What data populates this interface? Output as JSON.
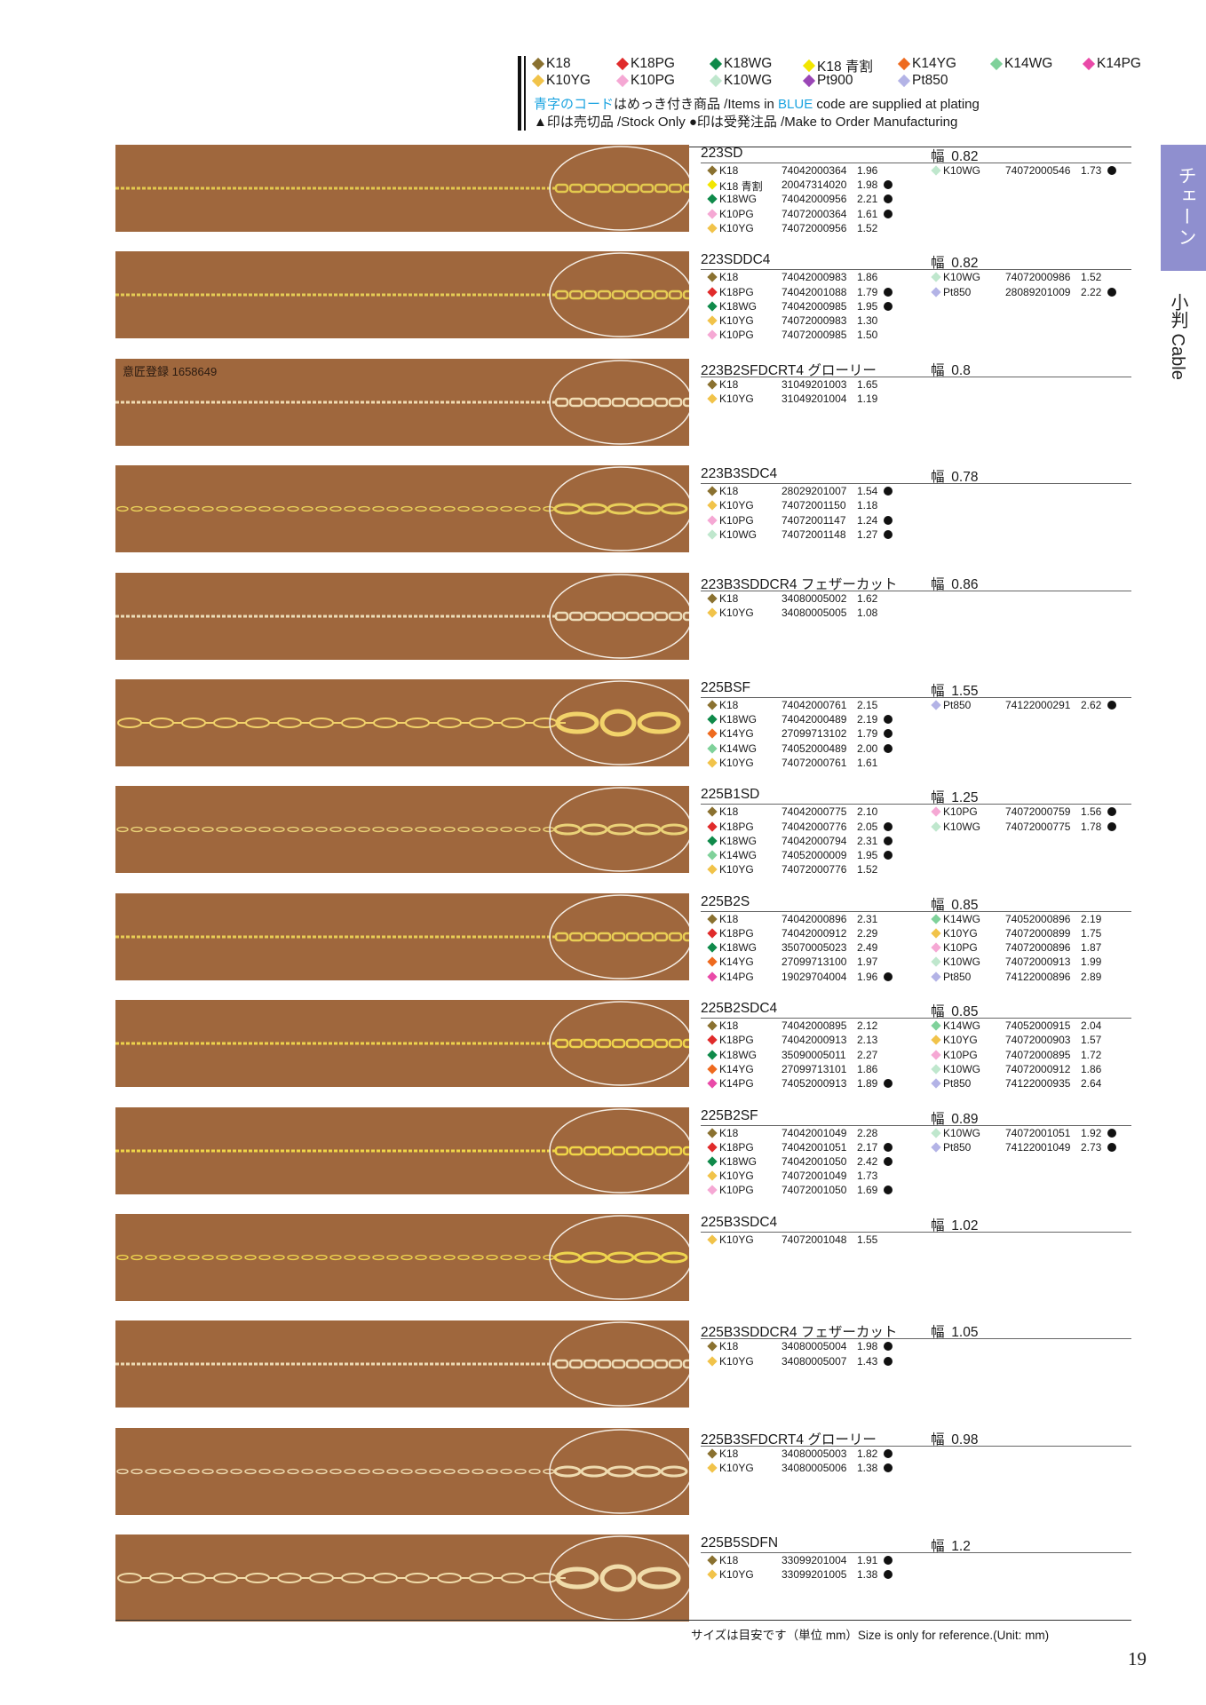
{
  "legend": {
    "row1": [
      {
        "name": "K18",
        "color": "#8a7130"
      },
      {
        "name": "K18PG",
        "color": "#e02b2b"
      },
      {
        "name": "K18WG",
        "color": "#0f8a4a"
      },
      {
        "name": "K18 青割",
        "color": "#f2e600"
      },
      {
        "name": "K14YG",
        "color": "#ee6a1f"
      },
      {
        "name": "K14WG",
        "color": "#7fd19a"
      },
      {
        "name": "K14PG",
        "color": "#e94aa8"
      }
    ],
    "row2": [
      {
        "name": "K10YG",
        "color": "#f1c34a"
      },
      {
        "name": "K10PG",
        "color": "#f5a8d4"
      },
      {
        "name": "K10WG",
        "color": "#bfe7cd"
      },
      {
        "name": "Pt900",
        "color": "#9a46b6"
      },
      {
        "name": "Pt850",
        "color": "#b3b3e6"
      }
    ],
    "note1_blue": "青字のコード",
    "note1_rest": "はめっき付き商品 /Items in ",
    "note1_blue2": "BLUE",
    "note1_end": " code are supplied at plating",
    "note2": "▲印は売切品 /Stock Only ●印は受発注品 /Make to Order Manufacturing"
  },
  "width_label": "幅",
  "registration": "意匠登録 1658649",
  "products": [
    {
      "name": "223SD",
      "width": "0.82",
      "style": "fine",
      "color": "#e3c94e",
      "left": [
        {
          "m": "K18",
          "c": "#8a7130",
          "code": "74042000364",
          "w": "1.96",
          "dot": false
        },
        {
          "m": "K18 青割",
          "c": "#f2e600",
          "code": "20047314020",
          "w": "1.98",
          "dot": true
        },
        {
          "m": "K18WG",
          "c": "#0f8a4a",
          "code": "74042000956",
          "w": "2.21",
          "dot": true
        },
        {
          "m": "K10PG",
          "c": "#f5a8d4",
          "code": "74072000364",
          "w": "1.61",
          "dot": true
        },
        {
          "m": "K10YG",
          "c": "#f1c34a",
          "code": "74072000956",
          "w": "1.52",
          "dot": false
        }
      ],
      "right": [
        {
          "m": "K10WG",
          "c": "#bfe7cd",
          "code": "74072000546",
          "w": "1.73",
          "dot": true
        }
      ]
    },
    {
      "name": "223SDDC4",
      "width": "0.82",
      "style": "fine",
      "color": "#e5cc55",
      "left": [
        {
          "m": "K18",
          "c": "#8a7130",
          "code": "74042000983",
          "w": "1.86",
          "dot": false
        },
        {
          "m": "K18PG",
          "c": "#e02b2b",
          "code": "74042001088",
          "w": "1.79",
          "dot": true
        },
        {
          "m": "K18WG",
          "c": "#0f8a4a",
          "code": "74042000985",
          "w": "1.95",
          "dot": true
        },
        {
          "m": "K10YG",
          "c": "#f1c34a",
          "code": "74072000983",
          "w": "1.30",
          "dot": false
        },
        {
          "m": "K10PG",
          "c": "#f5a8d4",
          "code": "74072000985",
          "w": "1.50",
          "dot": false
        }
      ],
      "right": [
        {
          "m": "K10WG",
          "c": "#bfe7cd",
          "code": "74072000986",
          "w": "1.52",
          "dot": false
        },
        {
          "m": "Pt850",
          "c": "#b3b3e6",
          "code": "28089201009",
          "w": "2.22",
          "dot": true
        }
      ]
    },
    {
      "name": "223B2SFDCRT4 グローリー",
      "width": "0.8",
      "style": "fine",
      "color": "#f0dcb4",
      "reg": true,
      "left": [
        {
          "m": "K18",
          "c": "#8a7130",
          "code": "31049201003",
          "w": "1.65",
          "dot": false
        },
        {
          "m": "K10YG",
          "c": "#f1c34a",
          "code": "31049201004",
          "w": "1.19",
          "dot": false
        }
      ],
      "right": []
    },
    {
      "name": "223B3SDC4",
      "width": "0.78",
      "style": "oval",
      "color": "#e8cf5a",
      "left": [
        {
          "m": "K18",
          "c": "#8a7130",
          "code": "28029201007",
          "w": "1.54",
          "dot": true
        },
        {
          "m": "K10YG",
          "c": "#f1c34a",
          "code": "74072001150",
          "w": "1.18",
          "dot": false
        },
        {
          "m": "K10PG",
          "c": "#f5a8d4",
          "code": "74072001147",
          "w": "1.24",
          "dot": true
        },
        {
          "m": "K10WG",
          "c": "#bfe7cd",
          "code": "74072001148",
          "w": "1.27",
          "dot": true
        }
      ],
      "right": []
    },
    {
      "name": "223B3SDDCR4 フェザーカット",
      "width": "0.86",
      "style": "fine",
      "color": "#ecdcb8",
      "left": [
        {
          "m": "K18",
          "c": "#8a7130",
          "code": "34080005002",
          "w": "1.62",
          "dot": false
        },
        {
          "m": "K10YG",
          "c": "#f1c34a",
          "code": "34080005005",
          "w": "1.08",
          "dot": false
        }
      ],
      "right": []
    },
    {
      "name": "225BSF",
      "width": "1.55",
      "style": "big",
      "color": "#f2d36a",
      "left": [
        {
          "m": "K18",
          "c": "#8a7130",
          "code": "74042000761",
          "w": "2.15",
          "dot": false
        },
        {
          "m": "K18WG",
          "c": "#0f8a4a",
          "code": "74042000489",
          "w": "2.19",
          "dot": true
        },
        {
          "m": "K14YG",
          "c": "#ee6a1f",
          "code": "27099713102",
          "w": "1.79",
          "dot": true
        },
        {
          "m": "K14WG",
          "c": "#7fd19a",
          "code": "74052000489",
          "w": "2.00",
          "dot": true
        },
        {
          "m": "K10YG",
          "c": "#f1c34a",
          "code": "74072000761",
          "w": "1.61",
          "dot": false
        }
      ],
      "right": [
        {
          "m": "Pt850",
          "c": "#b3b3e6",
          "code": "74122000291",
          "w": "2.62",
          "dot": true
        }
      ]
    },
    {
      "name": "225B1SD",
      "width": "1.25",
      "style": "oval",
      "color": "#ead278",
      "left": [
        {
          "m": "K18",
          "c": "#8a7130",
          "code": "74042000775",
          "w": "2.10",
          "dot": false
        },
        {
          "m": "K18PG",
          "c": "#e02b2b",
          "code": "74042000776",
          "w": "2.05",
          "dot": true
        },
        {
          "m": "K18WG",
          "c": "#0f8a4a",
          "code": "74042000794",
          "w": "2.31",
          "dot": true
        },
        {
          "m": "K14WG",
          "c": "#7fd19a",
          "code": "74052000009",
          "w": "1.95",
          "dot": true
        },
        {
          "m": "K10YG",
          "c": "#f1c34a",
          "code": "74072000776",
          "w": "1.52",
          "dot": false
        }
      ],
      "right": [
        {
          "m": "K10PG",
          "c": "#f5a8d4",
          "code": "74072000759",
          "w": "1.56",
          "dot": true
        },
        {
          "m": "K10WG",
          "c": "#bfe7cd",
          "code": "74072000775",
          "w": "1.78",
          "dot": true
        }
      ]
    },
    {
      "name": "225B2S",
      "width": "0.85",
      "style": "fine",
      "color": "#e8cd55",
      "left": [
        {
          "m": "K18",
          "c": "#8a7130",
          "code": "74042000896",
          "w": "2.31",
          "dot": false
        },
        {
          "m": "K18PG",
          "c": "#e02b2b",
          "code": "74042000912",
          "w": "2.29",
          "dot": false
        },
        {
          "m": "K18WG",
          "c": "#0f8a4a",
          "code": "35070005023",
          "w": "2.49",
          "dot": false
        },
        {
          "m": "K14YG",
          "c": "#ee6a1f",
          "code": "27099713100",
          "w": "1.97",
          "dot": false
        },
        {
          "m": "K14PG",
          "c": "#e94aa8",
          "code": "19029704004",
          "w": "1.96",
          "dot": true
        }
      ],
      "right": [
        {
          "m": "K14WG",
          "c": "#7fd19a",
          "code": "74052000896",
          "w": "2.19",
          "dot": false
        },
        {
          "m": "K10YG",
          "c": "#f1c34a",
          "code": "74072000899",
          "w": "1.75",
          "dot": false
        },
        {
          "m": "K10PG",
          "c": "#f5a8d4",
          "code": "74072000896",
          "w": "1.87",
          "dot": false
        },
        {
          "m": "K10WG",
          "c": "#bfe7cd",
          "code": "74072000913",
          "w": "1.99",
          "dot": false
        },
        {
          "m": "Pt850",
          "c": "#b3b3e6",
          "code": "74122000896",
          "w": "2.89",
          "dot": false
        }
      ]
    },
    {
      "name": "225B2SDC4",
      "width": "0.85",
      "style": "fine",
      "color": "#eed34c",
      "left": [
        {
          "m": "K18",
          "c": "#8a7130",
          "code": "74042000895",
          "w": "2.12",
          "dot": false
        },
        {
          "m": "K18PG",
          "c": "#e02b2b",
          "code": "74042000913",
          "w": "2.13",
          "dot": false
        },
        {
          "m": "K18WG",
          "c": "#0f8a4a",
          "code": "35090005011",
          "w": "2.27",
          "dot": false
        },
        {
          "m": "K14YG",
          "c": "#ee6a1f",
          "code": "27099713101",
          "w": "1.86",
          "dot": false
        },
        {
          "m": "K14PG",
          "c": "#e94aa8",
          "code": "74052000913",
          "w": "1.89",
          "dot": true
        }
      ],
      "right": [
        {
          "m": "K14WG",
          "c": "#7fd19a",
          "code": "74052000915",
          "w": "2.04",
          "dot": false
        },
        {
          "m": "K10YG",
          "c": "#f1c34a",
          "code": "74072000903",
          "w": "1.57",
          "dot": false
        },
        {
          "m": "K10PG",
          "c": "#f5a8d4",
          "code": "74072000895",
          "w": "1.72",
          "dot": false
        },
        {
          "m": "K10WG",
          "c": "#bfe7cd",
          "code": "74072000912",
          "w": "1.86",
          "dot": false
        },
        {
          "m": "Pt850",
          "c": "#b3b3e6",
          "code": "74122000935",
          "w": "2.64",
          "dot": false
        }
      ]
    },
    {
      "name": "225B2SF",
      "width": "0.89",
      "style": "fine",
      "color": "#f0d648",
      "left": [
        {
          "m": "K18",
          "c": "#8a7130",
          "code": "74042001049",
          "w": "2.28",
          "dot": false
        },
        {
          "m": "K18PG",
          "c": "#e02b2b",
          "code": "74042001051",
          "w": "2.17",
          "dot": true
        },
        {
          "m": "K18WG",
          "c": "#0f8a4a",
          "code": "74042001050",
          "w": "2.42",
          "dot": true
        },
        {
          "m": "K10YG",
          "c": "#f1c34a",
          "code": "74072001049",
          "w": "1.73",
          "dot": false
        },
        {
          "m": "K10PG",
          "c": "#f5a8d4",
          "code": "74072001050",
          "w": "1.69",
          "dot": true
        }
      ],
      "right": [
        {
          "m": "K10WG",
          "c": "#bfe7cd",
          "code": "74072001051",
          "w": "1.92",
          "dot": true
        },
        {
          "m": "Pt850",
          "c": "#b3b3e6",
          "code": "74122001049",
          "w": "2.73",
          "dot": true
        }
      ]
    },
    {
      "name": "225B3SDC4",
      "width": "1.02",
      "style": "oval",
      "color": "#eed44e",
      "left": [
        {
          "m": "K10YG",
          "c": "#f1c34a",
          "code": "74072001048",
          "w": "1.55",
          "dot": false
        }
      ],
      "right": []
    },
    {
      "name": "225B3SDDCR4 フェザーカット",
      "width": "1.05",
      "style": "fine",
      "color": "#eedcb6",
      "left": [
        {
          "m": "K18",
          "c": "#8a7130",
          "code": "34080005004",
          "w": "1.98",
          "dot": true
        },
        {
          "m": "K10YG",
          "c": "#f1c34a",
          "code": "34080005007",
          "w": "1.43",
          "dot": true
        }
      ],
      "right": []
    },
    {
      "name": "225B3SFDCRT4 グローリー",
      "width": "0.98",
      "style": "oval",
      "color": "#eedbb0",
      "left": [
        {
          "m": "K18",
          "c": "#8a7130",
          "code": "34080005003",
          "w": "1.82",
          "dot": true
        },
        {
          "m": "K10YG",
          "c": "#f1c34a",
          "code": "34080005006",
          "w": "1.38",
          "dot": true
        }
      ],
      "right": []
    },
    {
      "name": "225B5SDFN",
      "width": "1.2",
      "style": "big",
      "color": "#f0dcaa",
      "left": [
        {
          "m": "K18",
          "c": "#8a7130",
          "code": "33099201004",
          "w": "1.91",
          "dot": true
        },
        {
          "m": "K10YG",
          "c": "#f1c34a",
          "code": "33099201005",
          "w": "1.38",
          "dot": true
        }
      ],
      "right": []
    }
  ],
  "tab_label": "チェーン",
  "side_label": "小判 Cable",
  "footer": "サイズは目安です（単位 mm）Size is only for reference.(Unit: mm)",
  "page_number": "19"
}
